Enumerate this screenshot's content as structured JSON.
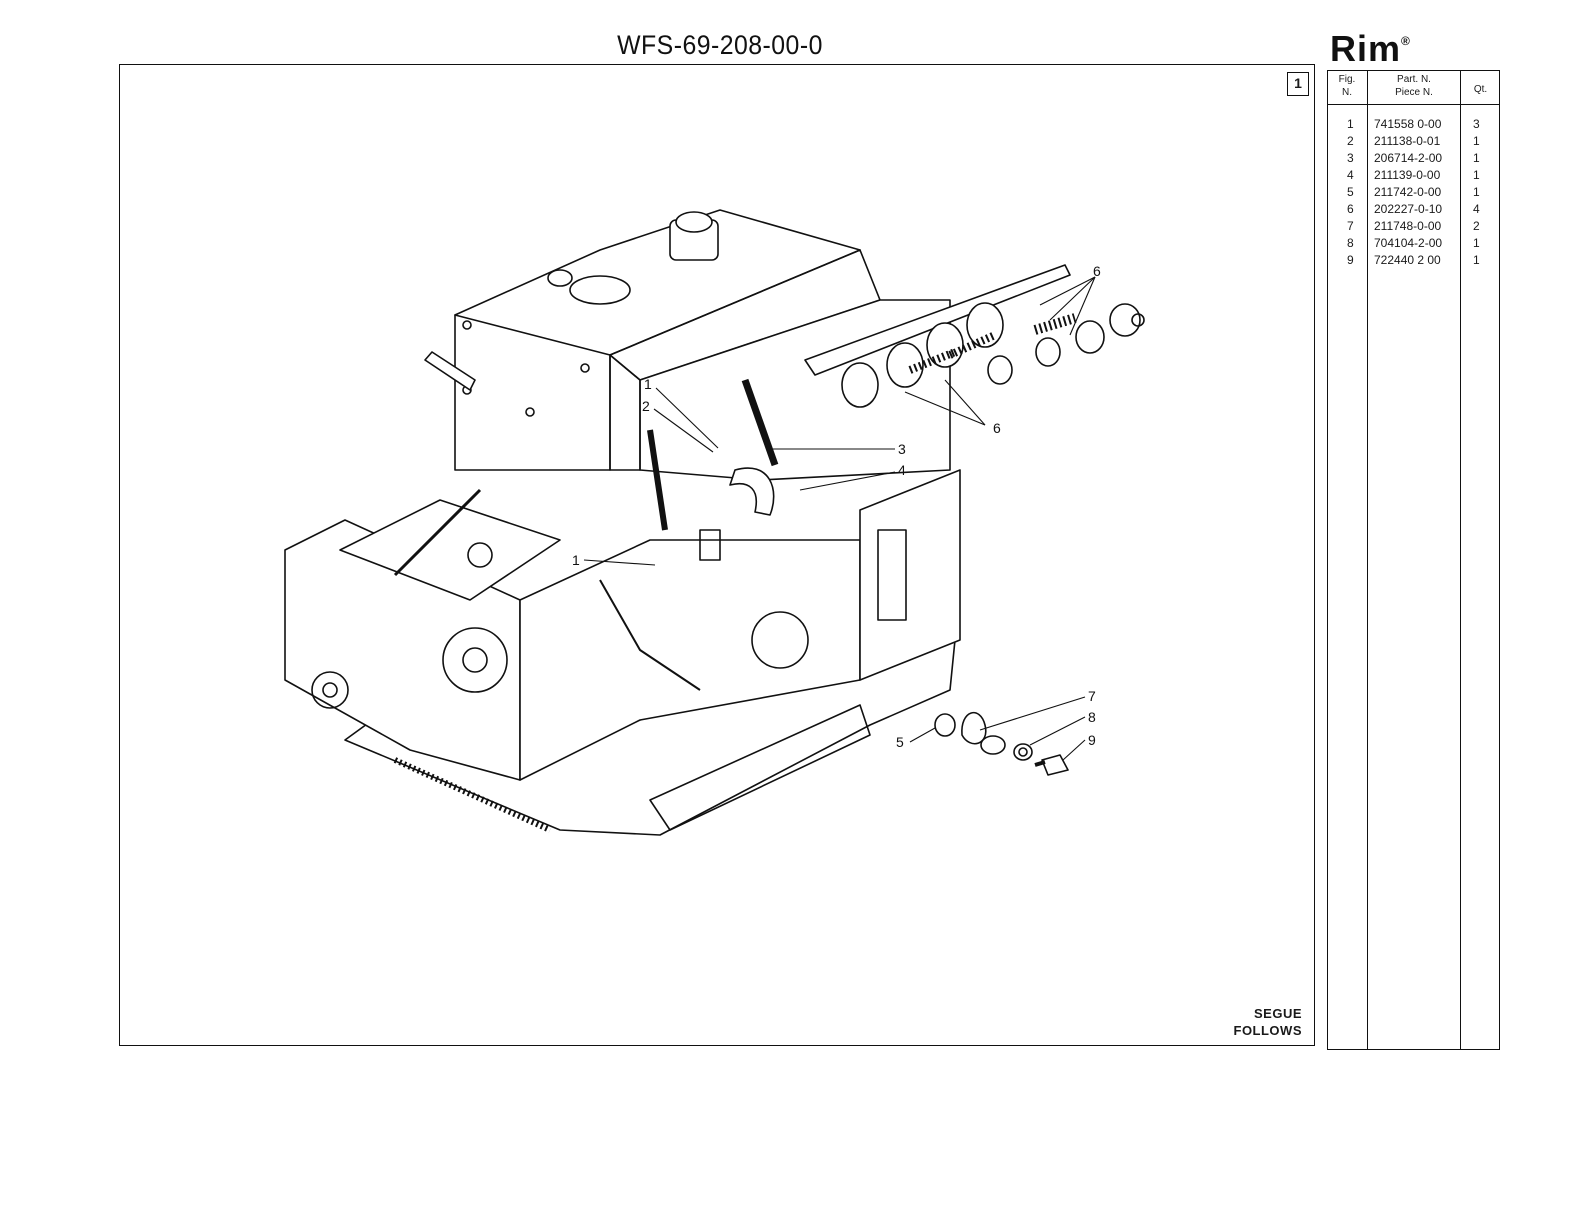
{
  "header": {
    "document_code": "WFS-69-208-00-0",
    "brand": "Rim",
    "brand_mark": "®"
  },
  "figure": {
    "number": "1",
    "callouts": [
      "1",
      "2",
      "3",
      "4",
      "1",
      "6",
      "6",
      "5",
      "7",
      "8",
      "9"
    ],
    "continuation": [
      "SEGUE",
      "FOLLOWS"
    ]
  },
  "parts_table": {
    "headers": {
      "fig": [
        "Fig.",
        "N."
      ],
      "part": [
        "Part. N.",
        "Piece N."
      ],
      "qty": "Qt."
    },
    "rows": [
      {
        "fig": "1",
        "part": "741558 0-00",
        "qty": "3"
      },
      {
        "fig": "2",
        "part": "211138-0-01",
        "qty": "1"
      },
      {
        "fig": "3",
        "part": "206714-2-00",
        "qty": "1"
      },
      {
        "fig": "4",
        "part": "211139-0-00",
        "qty": "1"
      },
      {
        "fig": "5",
        "part": "211742-0-00",
        "qty": "1"
      },
      {
        "fig": "6",
        "part": "202227-0-10",
        "qty": "4"
      },
      {
        "fig": "7",
        "part": "211748-0-00",
        "qty": "2"
      },
      {
        "fig": "8",
        "part": "704104-2-00",
        "qty": "1"
      },
      {
        "fig": "9",
        "part": "722440 2 00",
        "qty": "1"
      }
    ]
  },
  "colors": {
    "ink": "#111111",
    "paper": "#ffffff"
  }
}
